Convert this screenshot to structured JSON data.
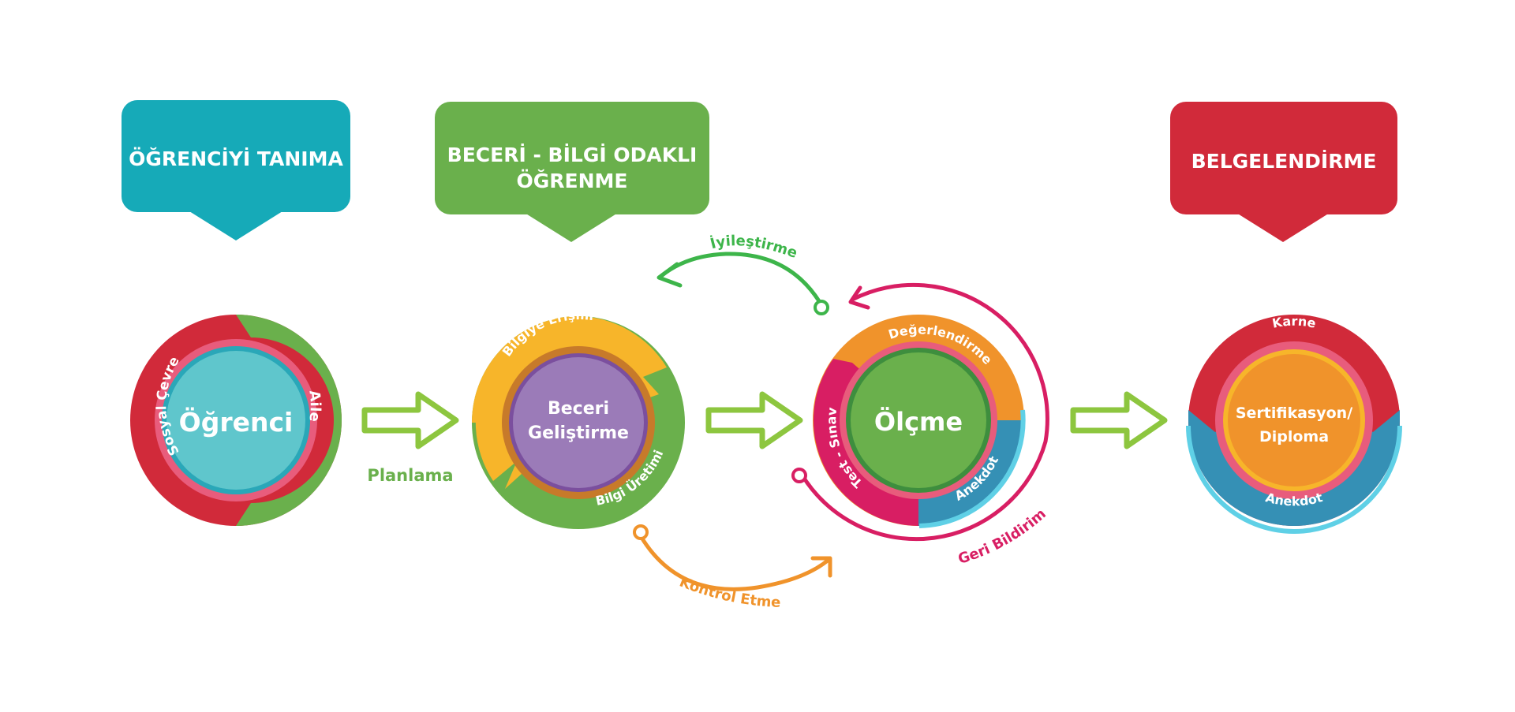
{
  "colors": {
    "teal": "#16aab8",
    "green": "#6ab04c",
    "red": "#d12a3a",
    "pink": "#d81e63",
    "orange": "#f0932b",
    "yellow": "#f7b52a",
    "blue": "#3590b5",
    "light_blue": "#5fd0e6",
    "purple": "#9b7bb8",
    "lime": "#8dc63f"
  },
  "headers": {
    "ogrenci": "ÖĞRENCİYİ TANIMA",
    "beceri_line1": "BECERİ - BİLGİ ODAKLI",
    "beceri_line2": "ÖĞRENME",
    "belge": "BELGELENDİRME"
  },
  "circles": {
    "ogrenci": {
      "center": "Öğrenci",
      "arc_left": "Sosyal Çevre",
      "arc_right": "Aile"
    },
    "beceri": {
      "center_line1": "Beceri",
      "center_line2": "Geliştirme",
      "arc_top": "Bilgiye Erişim",
      "arc_bottom": "Bilgi Üretimi"
    },
    "olcme": {
      "center": "Ölçme",
      "arc_top": "Değerlendirme",
      "arc_left": "Test - Sınav",
      "arc_right": "Anekdot"
    },
    "belge": {
      "center_line1": "Sertifikasyon/",
      "center_line2": "Diploma",
      "arc_top": "Karne",
      "arc_bottom": "Anekdot"
    }
  },
  "labels": {
    "planlama": "Planlama",
    "iyilestirme": "İyileştirme",
    "kontrol": "Kontrol Etme",
    "geri_bildirim": "Geri Bildirim"
  }
}
